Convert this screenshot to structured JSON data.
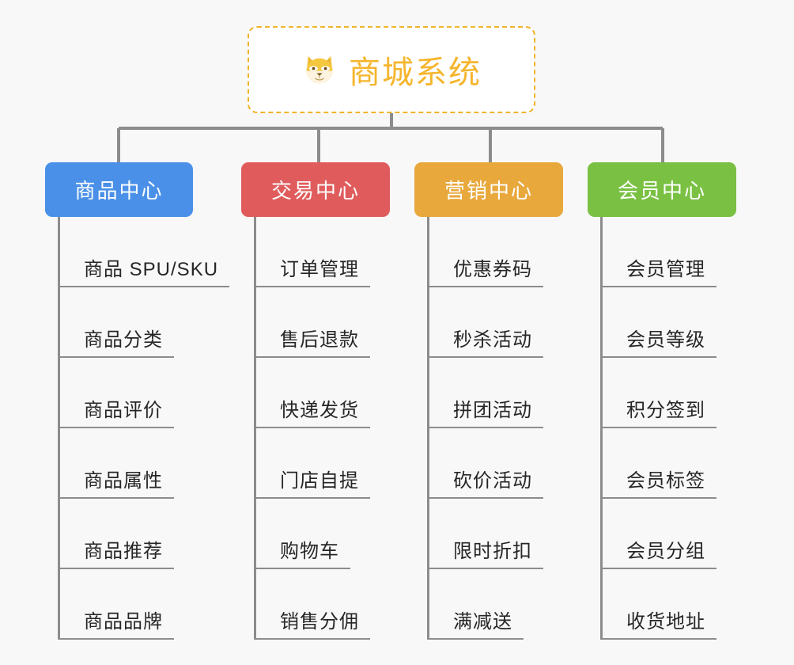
{
  "root": {
    "title": "商城系统",
    "icon": "dog-face-icon",
    "border_color": "#f0b429",
    "text_color": "#f5b52d",
    "background": "#ffffff"
  },
  "canvas": {
    "background": "#f8f8f8",
    "line_color": "#8c8c8c"
  },
  "columns": [
    {
      "header": "商品中心",
      "color": "#4a90e8",
      "items": [
        "商品 SPU/SKU",
        "商品分类",
        "商品评价",
        "商品属性",
        "商品推荐",
        "商品品牌"
      ]
    },
    {
      "header": "交易中心",
      "color": "#e05c5c",
      "items": [
        "订单管理",
        "售后退款",
        "快递发货",
        "门店自提",
        "购物车",
        "销售分佣"
      ]
    },
    {
      "header": "营销中心",
      "color": "#e8a83c",
      "items": [
        "优惠券码",
        "秒杀活动",
        "拼团活动",
        "砍价活动",
        "限时折扣",
        "满减送"
      ]
    },
    {
      "header": "会员中心",
      "color": "#7ac143",
      "items": [
        "会员管理",
        "会员等级",
        "积分签到",
        "会员标签",
        "会员分组",
        "收货地址"
      ]
    }
  ]
}
